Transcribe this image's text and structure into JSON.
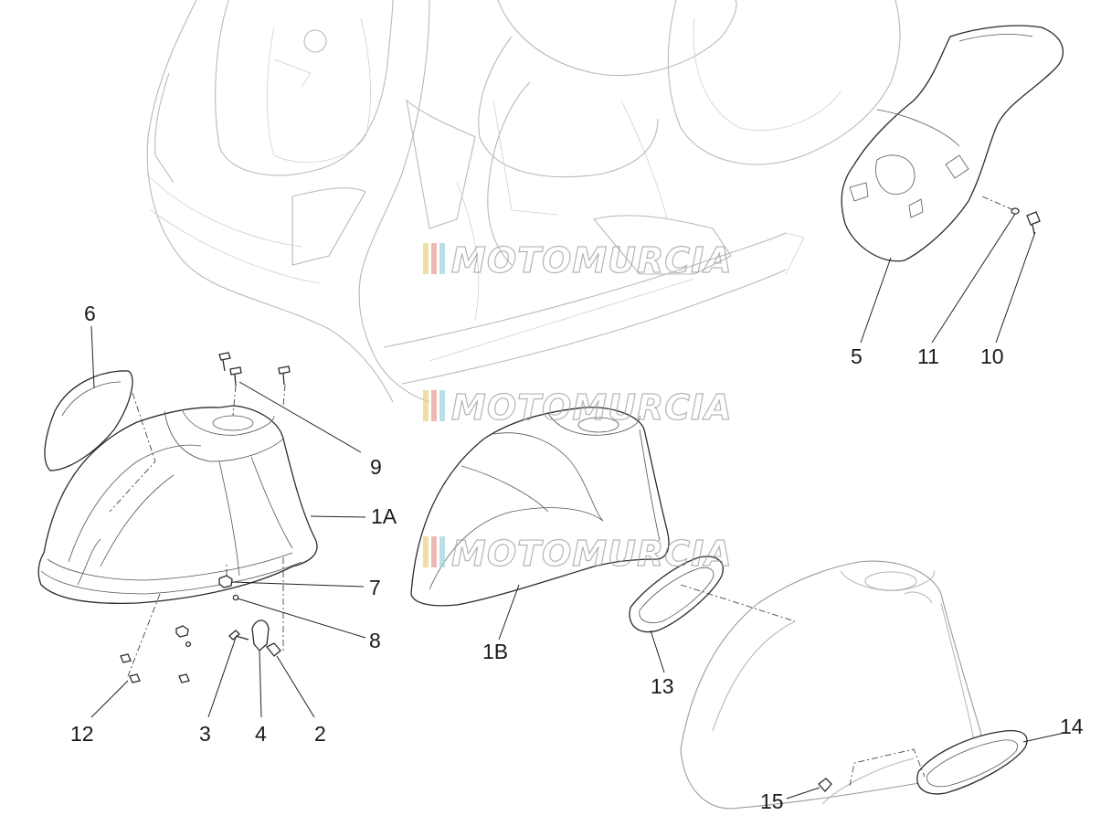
{
  "watermark": {
    "text": "MOTOMURCIA",
    "stripe_colors": [
      "#e8d27a",
      "#e89a9a",
      "#9ed0dc"
    ]
  },
  "callouts": [
    {
      "id": "6",
      "label": "6"
    },
    {
      "id": "9",
      "label": "9"
    },
    {
      "id": "1A",
      "label": "1A"
    },
    {
      "id": "7",
      "label": "7"
    },
    {
      "id": "8",
      "label": "8"
    },
    {
      "id": "12",
      "label": "12"
    },
    {
      "id": "3",
      "label": "3"
    },
    {
      "id": "4",
      "label": "4"
    },
    {
      "id": "2",
      "label": "2"
    },
    {
      "id": "1B",
      "label": "1B"
    },
    {
      "id": "13",
      "label": "13"
    },
    {
      "id": "14",
      "label": "14"
    },
    {
      "id": "15",
      "label": "15"
    },
    {
      "id": "5",
      "label": "5"
    },
    {
      "id": "11",
      "label": "11"
    },
    {
      "id": "10",
      "label": "10"
    }
  ]
}
